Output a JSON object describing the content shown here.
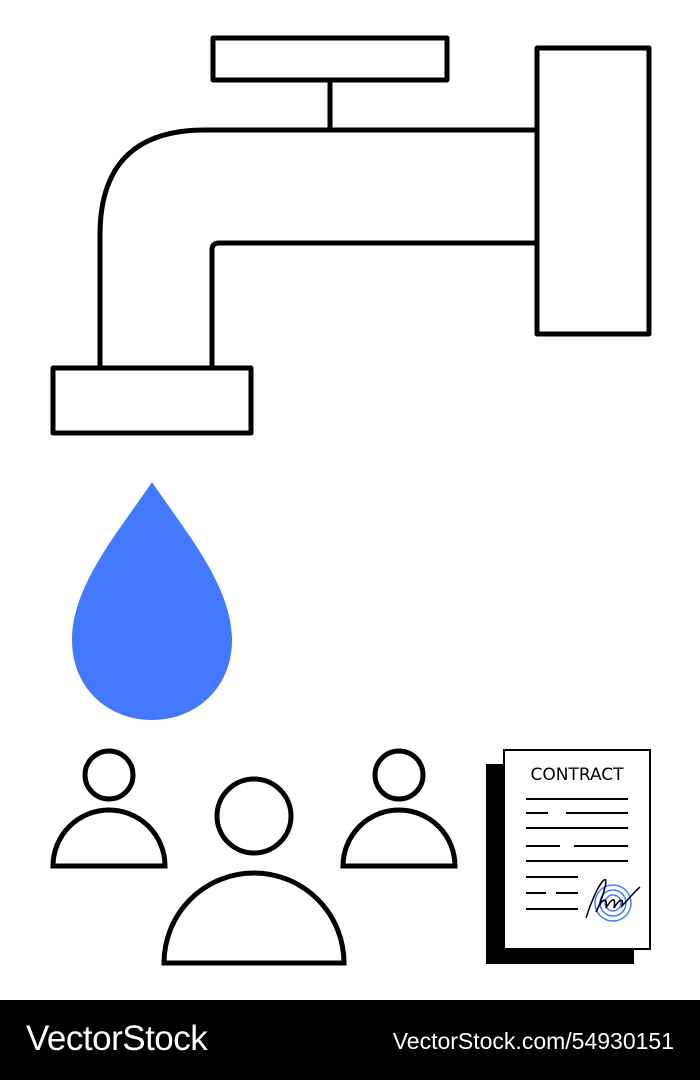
{
  "contract": {
    "title": "CONTRACT"
  },
  "footer": {
    "brand": "VectorStock",
    "image_id": "VectorStock.com/54930151"
  },
  "colors": {
    "stroke": "#000000",
    "water_drop": "#4479FF",
    "signature_seal": "#4479FF",
    "footer_background": "#000000",
    "footer_text": "#FFFFFF"
  },
  "icons": [
    "faucet-icon",
    "water-drop-icon",
    "people-group-icon",
    "contract-document-icon"
  ]
}
